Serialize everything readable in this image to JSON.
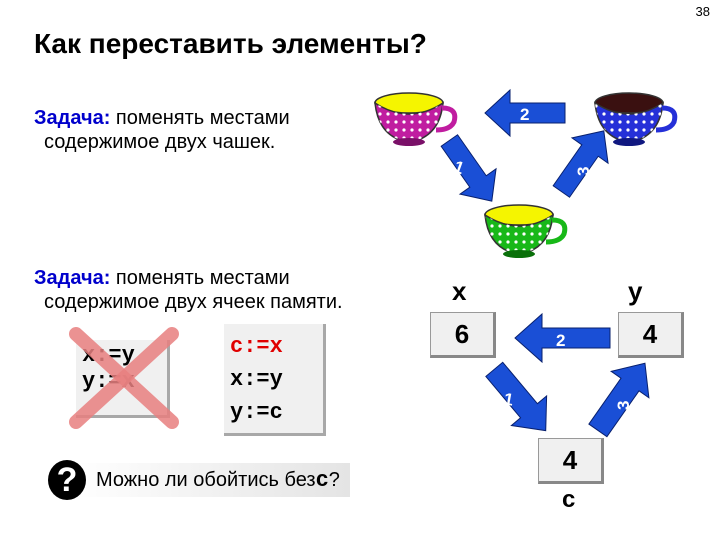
{
  "page_number": "38",
  "title": "Как переставить элементы?",
  "task1": {
    "label": "Задача:",
    "text1": " поменять местами",
    "text2": "содержимое двух чашек."
  },
  "task2": {
    "label": "Задача:",
    "text1": " поменять местами",
    "text2": "содержимое двух ячеек памяти."
  },
  "wrong_code": [
    "x:=y",
    "y:=x"
  ],
  "right_code": {
    "line1": "c:=x",
    "line2": "x:=y",
    "line3": "y:=c"
  },
  "cups": [
    "yellow-cup-icon",
    "dark-cup-icon",
    "green-cup-icon"
  ],
  "cup_arrows": [
    "1",
    "2",
    "3"
  ],
  "memory": {
    "x_label": "x",
    "x_value": "6",
    "y_label": "y",
    "y_value": "4",
    "c_label": "c",
    "c_value": "4",
    "arrows": [
      "1",
      "2",
      "3"
    ]
  },
  "question": {
    "icon": "?",
    "text": "Можно ли обойтись без ",
    "var": "c",
    "suffix": "?"
  },
  "colors": {
    "arrow_blue": "#1a4fd6",
    "keyword_blue": "#0000cc",
    "code_red": "#e00000",
    "cross_red": "#e88080"
  }
}
